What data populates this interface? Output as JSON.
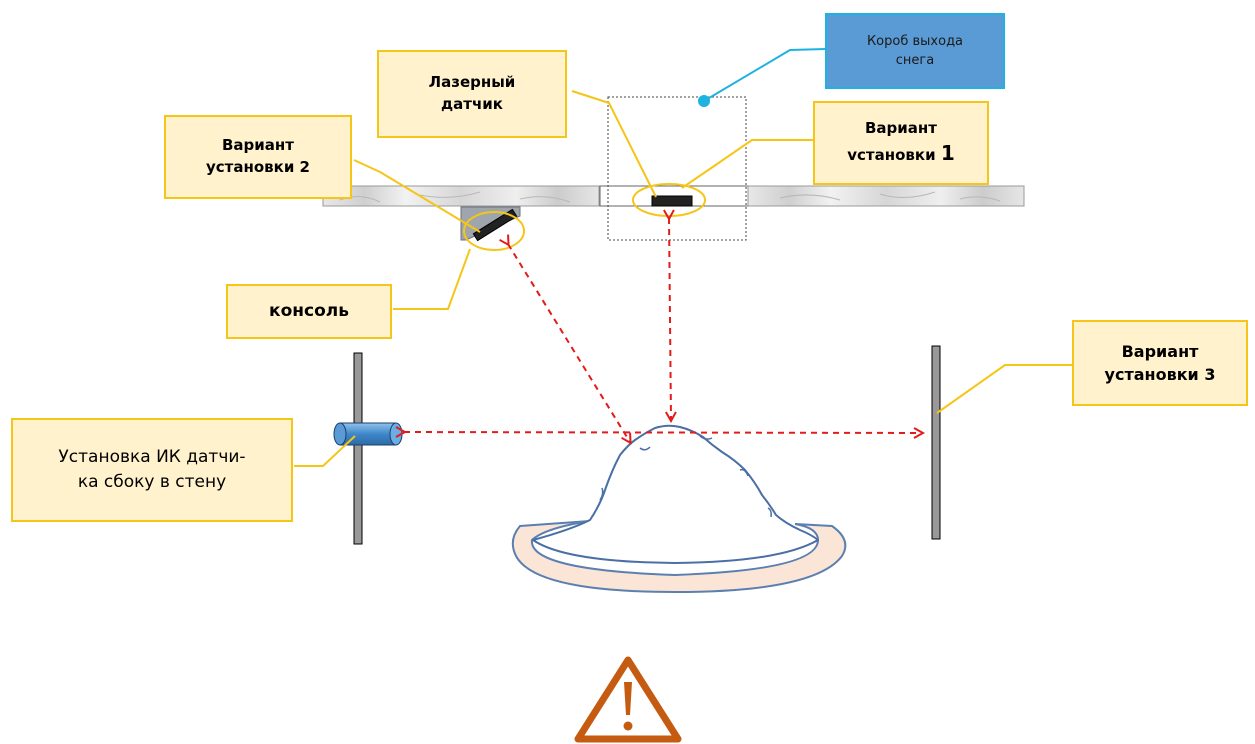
{
  "labels": {
    "snow_box": [
      "Короб выхода",
      "снега"
    ],
    "laser_sensor": [
      "Лазерный",
      "датчик"
    ],
    "variant_1": [
      "Вариант",
      "vстановки",
      "1"
    ],
    "variant_2": [
      "Вариант",
      "установки 2"
    ],
    "variant_3": [
      "Вариант",
      "установки 3"
    ],
    "console": "консоль",
    "ir_side": [
      "Установка ИК датчи-",
      "ка сбоку в стену"
    ]
  },
  "colors": {
    "callout_fill": "#fff2cc",
    "callout_border": "#f5c518",
    "leader": "#f5c518",
    "arrow": "#e41b1b",
    "blue_box": "#5b9bd5",
    "blue_leader": "#1fb1e0",
    "warning": "#c55a11",
    "pile_outline": "#4a6fa5",
    "tray_fill": "#fbe5d6"
  },
  "icons": [
    "warning-icon",
    "ir-sensor-icon",
    "laser-sensor-icon"
  ]
}
